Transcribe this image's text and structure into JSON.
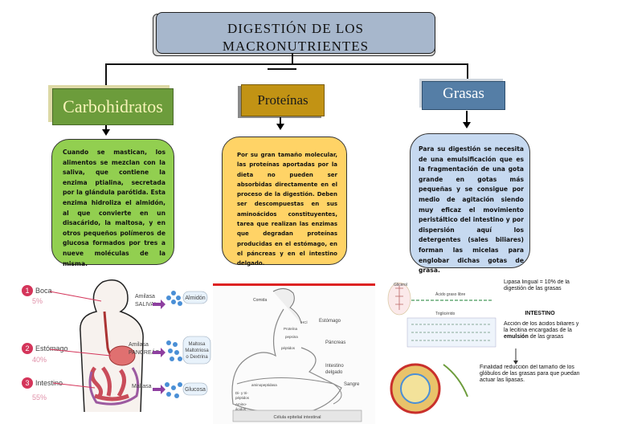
{
  "title": "DIGESTIÓN DE LOS MACRONUTRIENTES",
  "sections": {
    "carbohidratos": {
      "label": "Carbohidratos",
      "text": "Cuando se mastican, los alimentos se mezclan con la saliva, que contiene la enzima ptialina, secretada por la glándula parótida. Esta enzima hidroliza el almidón, al que convierte en un disacárido, la maltosa, y en otros pequeños polímeros de glucosa formados por tres a nueve moléculas de la misma."
    },
    "proteinas": {
      "label": "Proteínas",
      "text": "Por su gran tamaño molecular, las proteínas aportadas por la dieta no pueden ser absorbidas directamente en el proceso de la digestión. Deben ser descompuestas en sus aminoácidos constituyentes, tarea que realizan las enzimas que degradan proteínas producidas en el estómago, en el páncreas y en el intestino delgado."
    },
    "grasas": {
      "label": "Grasas",
      "text": "Para su digestión se necesita de una emulsificación que es la fragmentación de una gota grande en gotas más pequeñas y se consigue por medio de agitación siendo muy eficaz el movimiento peristáltico del intestino y por dispersión aquí los detergentes (sales biliares) forman las micelas para englobar dichas gotas de grasa."
    }
  },
  "figure1": {
    "organs": [
      {
        "num": "1",
        "name": "Boca",
        "pct": "5%"
      },
      {
        "num": "2",
        "name": "Estómago",
        "pct": "40%"
      },
      {
        "num": "3",
        "name": "Intestino",
        "pct": "55%"
      }
    ],
    "enzymes": [
      {
        "line1": "Amilasa",
        "line2": "SALIVAL",
        "product": "Almidón"
      },
      {
        "line1": "Amilasa",
        "line2": "PANCREÁS",
        "product": "Maltosa",
        "product2": "Maltotriosa",
        "product3": "o Dextrina"
      },
      {
        "line1": "Maltasa",
        "line2": "",
        "product": "Glucosa"
      }
    ]
  },
  "figure2": {
    "labels": {
      "comida": "Comida",
      "estomago": "Estómago",
      "pancreas": "Páncreas",
      "intestino1": "Intestino",
      "intestino2": "delgado",
      "sangre": "Sangre",
      "hcl": "HCl",
      "proteina": "Proteína",
      "pepsina": "pepsina",
      "peptidos": "péptidos",
      "aminopeptidasa": "aminopeptidasa",
      "di": "Di- y tri-",
      "di2": "péptidos",
      "aminoacidos": "Amino-",
      "aminoacidos2": "ácidos",
      "celula": "Célula epitelial intestinal"
    }
  },
  "figure3": {
    "glicerol": "Glicerol",
    "acido": "Ácido graso libre",
    "trigliceridos": "Triglicérido",
    "lipasa": "Lipasa lingual = 10% de la digestión de las grasas",
    "intestino": "INTESTINO",
    "accion": "Acción de los ácidos biliares y la lecitina encargadas de la",
    "emulsion": "emulsión",
    "accion_end": "de las grasas",
    "final": "Finalidad reducción del tamaño de los glóbulos de las grasas para que puedan actuar las lipasas."
  }
}
